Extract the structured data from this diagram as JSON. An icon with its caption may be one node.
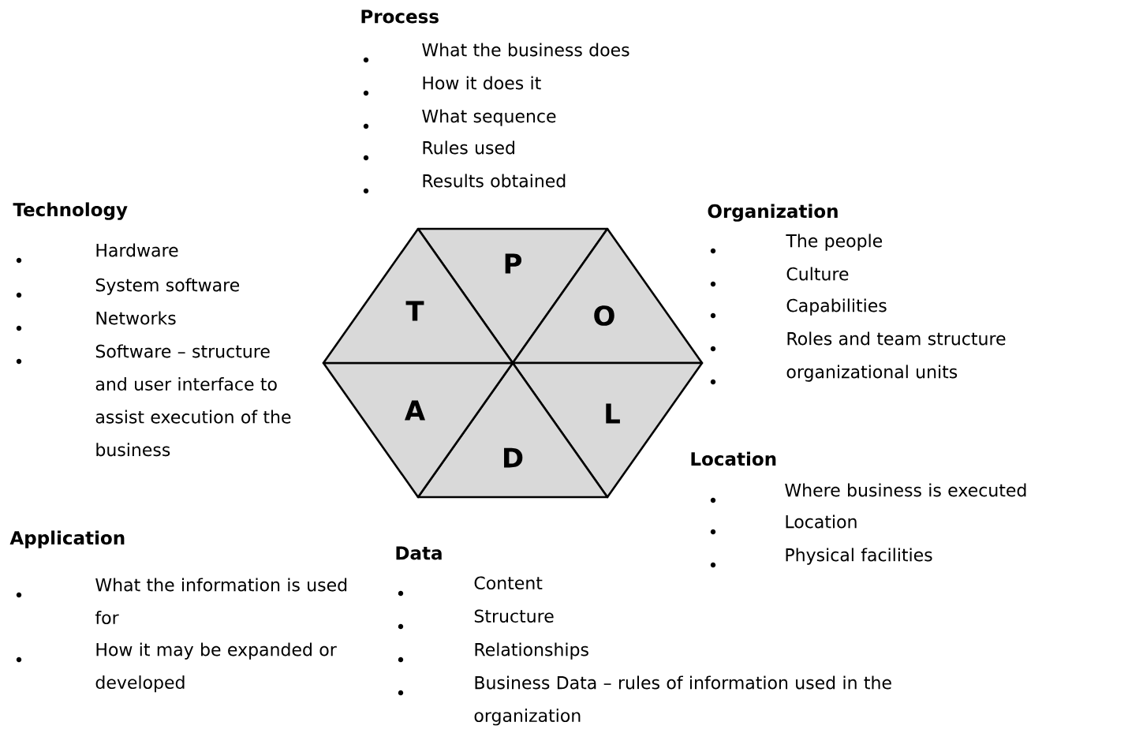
{
  "diagram": {
    "nodes": [
      {
        "text": [
          "P"
        ]
      },
      {
        "text": [
          "O"
        ]
      },
      {
        "text": [
          "L"
        ]
      },
      {
        "text": [
          "D"
        ]
      },
      {
        "text": [
          "A"
        ]
      },
      {
        "text": [
          "T"
        ]
      }
    ],
    "labels": [
      "Process",
      "What the business does",
      "How it does it",
      "What sequence",
      "Rules used",
      "Results obtained",
      "Technology",
      "Hardware",
      "System software",
      "Networks",
      "Software – structure and user interface to assist execution of the business",
      "Organization",
      "The people",
      "Culture",
      "Capabilities",
      "Roles and team structure",
      "organizational units",
      "Location",
      "Where business is executed",
      "Location",
      "Physical facilities",
      "Application",
      "What the information is used for",
      "How it may be expanded or developed",
      "Data",
      "Content",
      "Structure",
      "Relationships",
      "Business Data – rules of information used in the organization"
    ]
  }
}
